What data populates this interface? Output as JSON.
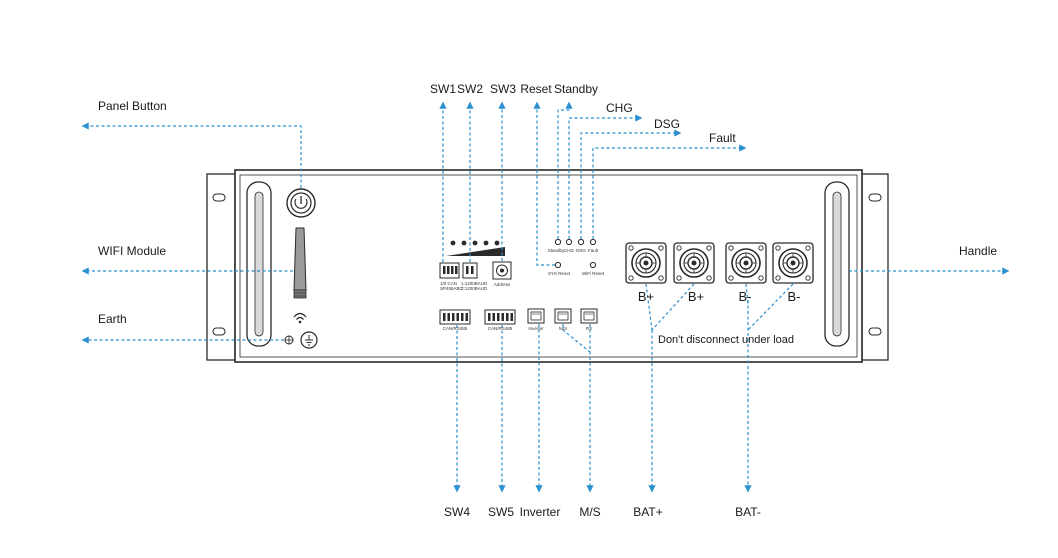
{
  "colors": {
    "leader": "#2b8fd0",
    "outline": "#2a2a2a",
    "text": "#1a1a1a"
  },
  "callouts": {
    "panel_button": "Panel Button",
    "wifi_module": "WIFI Module",
    "earth": "Earth",
    "handle": "Handle",
    "sw1": "SW1",
    "sw2": "SW2",
    "sw3": "SW3",
    "reset": "Reset",
    "standby": "Standby",
    "chg": "CHG",
    "dsg": "DSG",
    "fault": "Fault",
    "sw4": "SW4",
    "sw5": "SW5",
    "inverter": "Inverter",
    "ms": "M/S",
    "bat_plus": "BAT+",
    "bat_minus": "BAT-"
  },
  "panel": {
    "terminals": [
      "B+",
      "B+",
      "B-",
      "B-"
    ],
    "warning": "Don't disconnect under load",
    "led_labels": [
      "Standby",
      "CHG",
      "DSG",
      "Fault"
    ],
    "reset_label": "SYS Reset",
    "wifi_reset_label": "WiFi Reset",
    "sw_can_label": "1/0 CAN\nSP485ABC",
    "sw_rs_label": "1:1200BAUD\n2:1200BAUD",
    "address_label": "Address",
    "port_labels": [
      "CAN/RS485",
      "CAN/RS485",
      "Inverter",
      "M/S",
      "RS"
    ]
  }
}
